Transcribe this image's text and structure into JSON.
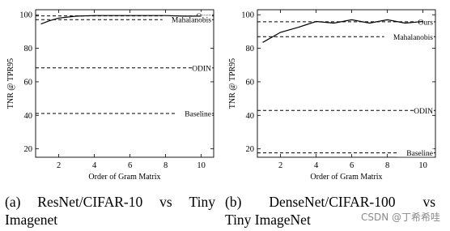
{
  "chart_data": [
    {
      "type": "line",
      "xlabel": "Order of Gram Matrix",
      "ylabel": "TNR @ TPR95",
      "xlim": [
        0.7,
        10.7
      ],
      "ylim": [
        15,
        103
      ],
      "x_ticks": [
        "2",
        "4",
        "6",
        "8",
        "10"
      ],
      "y_ticks": [
        "20",
        "40",
        "60",
        "80",
        "100"
      ],
      "grid": false,
      "series": [
        {
          "name": "Ours",
          "style": "solid",
          "x": [
            1,
            1.5,
            2,
            3,
            4,
            5,
            6,
            7,
            8,
            9,
            10
          ],
          "y": [
            94.5,
            96.5,
            98,
            99.2,
            99.5,
            99.5,
            99.5,
            99.5,
            99.5,
            99.2,
            99.2
          ]
        }
      ],
      "reference_lines": [
        {
          "name": "Ours",
          "style": "dashed",
          "y": 99.3
        },
        {
          "name": "Mahalanobis",
          "style": "dashed",
          "y": 97.1
        },
        {
          "name": "ODIN",
          "style": "dashed",
          "y": 68.3
        },
        {
          "name": "Baseline",
          "style": "dashed",
          "y": 41.1
        }
      ]
    },
    {
      "type": "line",
      "xlabel": "Order of Gram Matrix",
      "ylabel": "TNR @ TPR95",
      "xlim": [
        0.7,
        10.7
      ],
      "ylim": [
        15,
        103
      ],
      "x_ticks": [
        "2",
        "4",
        "6",
        "8",
        "10"
      ],
      "y_ticks": [
        "20",
        "40",
        "60",
        "80",
        "100"
      ],
      "grid": false,
      "series": [
        {
          "name": "Ours",
          "style": "solid",
          "x": [
            1,
            2,
            3,
            4,
            5,
            6,
            7,
            8,
            9,
            10
          ],
          "y": [
            83.5,
            89.5,
            92.5,
            96,
            95,
            97,
            95,
            97,
            95,
            96
          ]
        }
      ],
      "reference_lines": [
        {
          "name": "Ours",
          "style": "dashed",
          "y": 95.8
        },
        {
          "name": "Mahalanobis",
          "style": "dashed",
          "y": 86.9
        },
        {
          "name": "ODIN",
          "style": "dashed",
          "y": 42.9
        },
        {
          "name": "Baseline",
          "style": "dashed",
          "y": 17.6
        }
      ]
    }
  ],
  "captions": {
    "a": {
      "line1": [
        "(a)",
        "ResNet/CIFAR-10",
        "vs",
        "Tiny"
      ],
      "line2": "Imagenet"
    },
    "b": {
      "line1": [
        "(b)",
        "DenseNet/CIFAR-100",
        "vs"
      ],
      "line2": "Tiny ImageNet"
    }
  },
  "watermark": "CSDN @丁希希哇"
}
